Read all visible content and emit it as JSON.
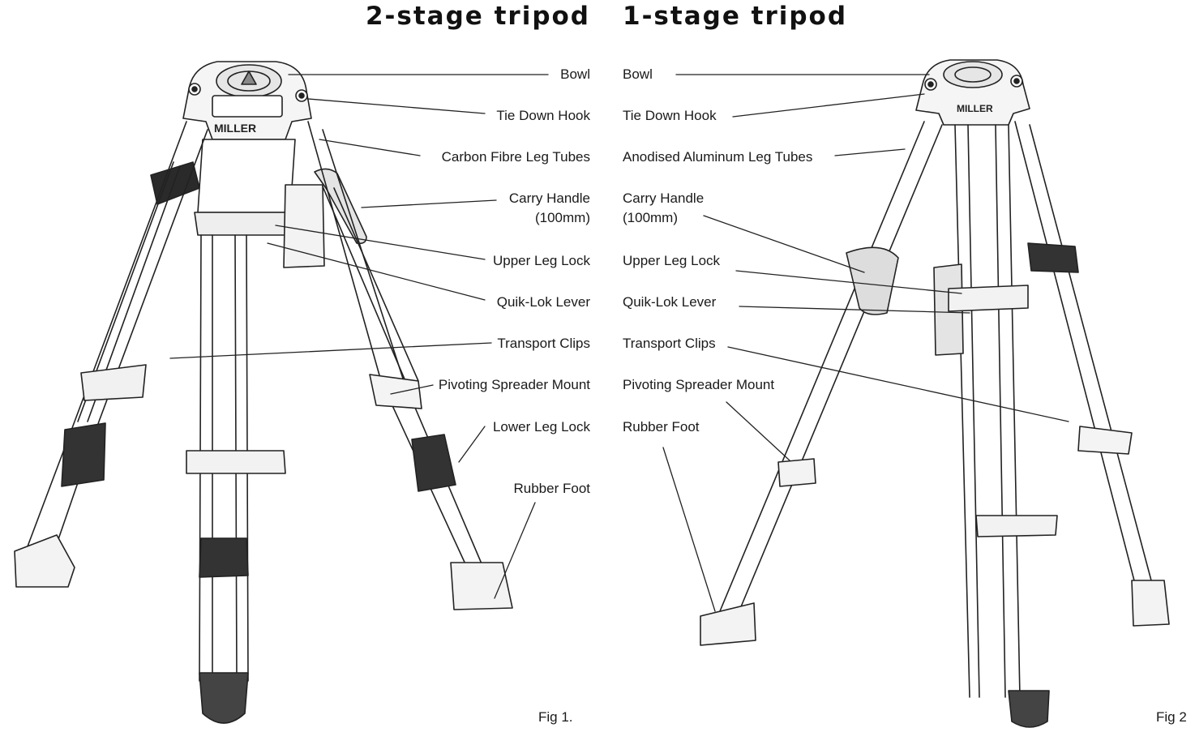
{
  "titles": {
    "left": "2-stage tripod",
    "right": "1-stage tripod"
  },
  "left_labels": [
    "Bowl",
    "Tie Down Hook",
    "Carbon Fibre Leg Tubes",
    "Carry Handle\n(100mm)",
    "Upper Leg Lock",
    "Quik-Lok Lever",
    "Transport Clips",
    "Pivoting Spreader Mount",
    "Lower Leg Lock",
    "Rubber Foot"
  ],
  "right_labels": [
    "Bowl",
    "Tie Down Hook",
    "Anodised Aluminum Leg Tubes",
    "Carry Handle\n(100mm)",
    "Upper Leg Lock",
    "Quik-Lok Lever",
    "Transport Clips",
    "Pivoting Spreader Mount",
    "Rubber Foot"
  ],
  "brand": "MILLER",
  "figures": {
    "left": "Fig 1.",
    "right": "Fig 2"
  }
}
